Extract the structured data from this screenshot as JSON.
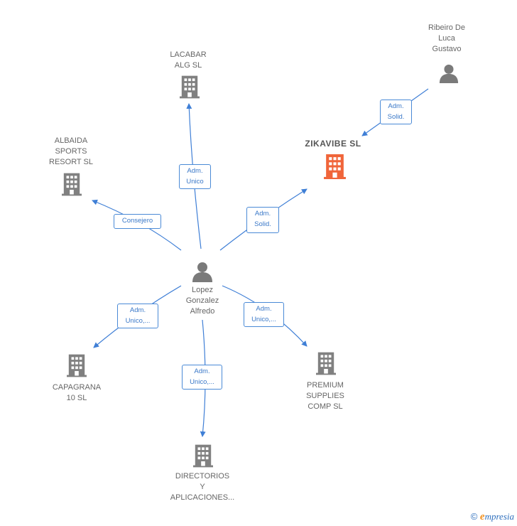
{
  "nodes": {
    "lopez": {
      "label": "Lopez\nGonzalez\nAlfredo",
      "kind": "person"
    },
    "ribeiro": {
      "label": "Ribeiro De\nLuca\nGustavo",
      "kind": "person"
    },
    "zikavibe": {
      "label": "ZIKAVIBE  SL",
      "kind": "company-main"
    },
    "lacabar": {
      "label": "LACABAR\nALG  SL",
      "kind": "company"
    },
    "albaida": {
      "label": "ALBAIDA\nSPORTS\nRESORT SL",
      "kind": "company"
    },
    "capagrana": {
      "label": "CAPAGRANA\n10  SL",
      "kind": "company"
    },
    "directorios": {
      "label": "DIRECTORIOS\nY\nAPLICACIONES...",
      "kind": "company"
    },
    "premium": {
      "label": "PREMIUM\nSUPPLIES\nCOMP  SL",
      "kind": "company"
    }
  },
  "edges": {
    "ribeiro_zikavibe": "Adm.\nSolid.",
    "lopez_lacabar": "Adm.\nUnico",
    "lopez_albaida": "Consejero",
    "lopez_zikavibe": "Adm.\nSolid.",
    "lopez_capagrana": "Adm.\nUnico,...",
    "lopez_directorios": "Adm.\nUnico,...",
    "lopez_premium": "Adm.\nUnico,..."
  },
  "colors": {
    "edge": "#3f7fd6",
    "company": "#808080",
    "company_main": "#f0653a",
    "person": "#7a7a7a"
  },
  "footer": {
    "copyright": "©",
    "brand_initial": "e",
    "brand_rest": "mpresia"
  }
}
